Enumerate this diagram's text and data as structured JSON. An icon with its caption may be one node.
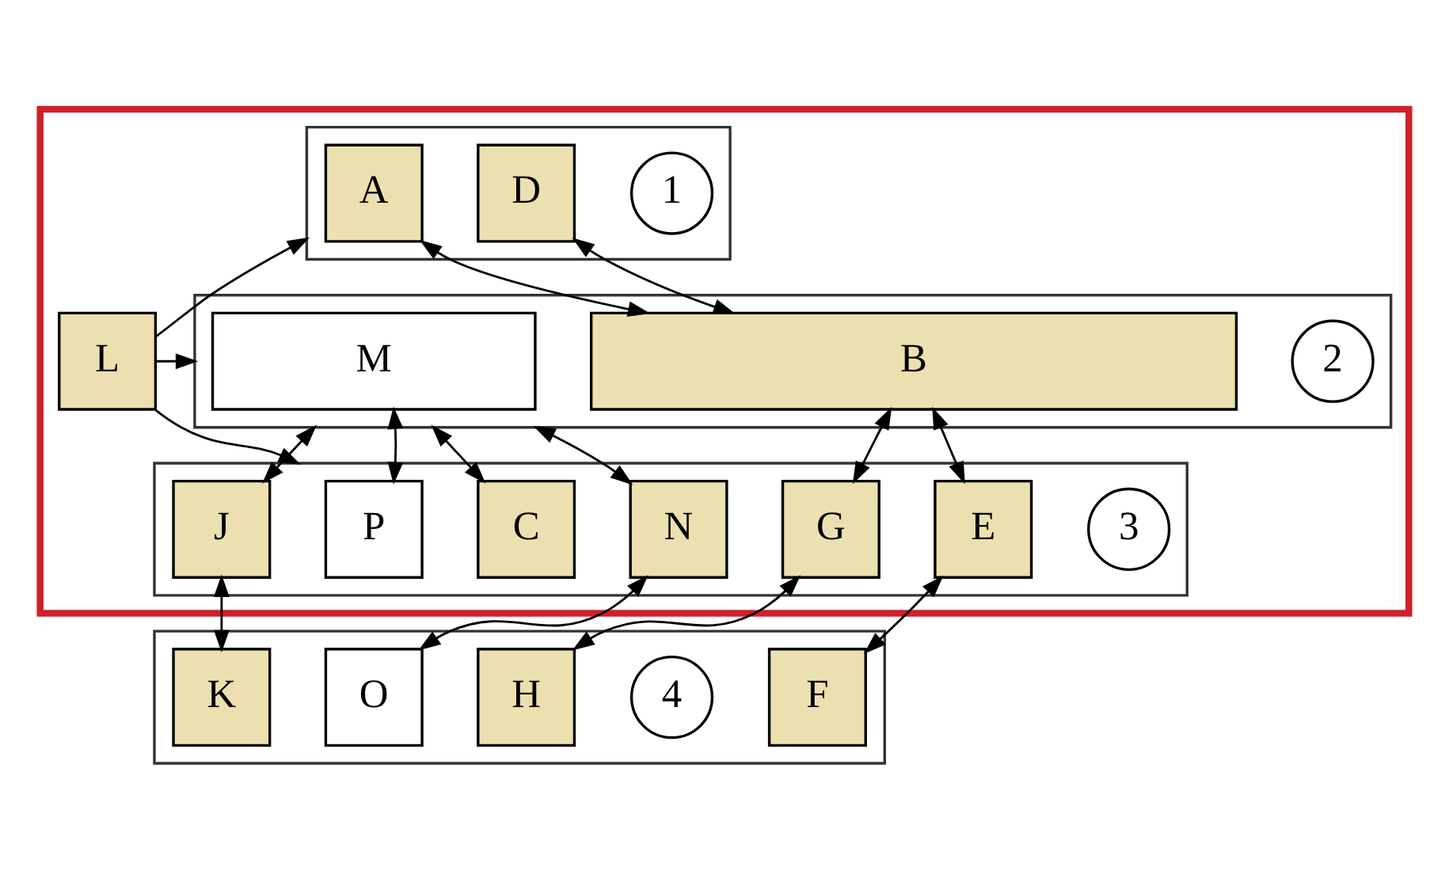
{
  "diagram": {
    "nodes": [
      {
        "text": [],
        "shape": "box"
      },
      {
        "text": [
          "L"
        ],
        "in": 0
      },
      {
        "text": [],
        "shape": "box",
        "in": 0
      },
      {
        "text": [
          "A"
        ],
        "in": 2
      },
      {
        "text": [
          "D"
        ],
        "in": 2
      },
      {
        "text": [
          "1"
        ],
        "in": 2
      },
      {
        "text": [],
        "shape": "box",
        "in": 0
      },
      {
        "text": [
          "M"
        ],
        "in": 6
      },
      {
        "text": [
          "B"
        ],
        "in": 6
      },
      {
        "text": [
          "2"
        ],
        "in": 6
      },
      {
        "text": [],
        "shape": "box",
        "in": 0
      },
      {
        "text": [
          "P"
        ],
        "in": 10
      },
      {
        "text": [
          "C"
        ],
        "in": 10
      },
      {
        "text": [
          "N"
        ],
        "in": 10
      },
      {
        "text": [
          "E"
        ],
        "in": 10
      },
      {
        "text": [
          "J"
        ],
        "in": 10
      },
      {
        "text": [
          "G"
        ],
        "in": 10
      },
      {
        "text": [
          "3"
        ],
        "in": 10
      },
      {
        "text": [],
        "shape": "box"
      },
      {
        "text": [
          "O"
        ],
        "in": 18
      },
      {
        "text": [
          "F"
        ],
        "in": 18
      },
      {
        "text": [
          "K"
        ],
        "in": 18
      },
      {
        "text": [
          "H"
        ],
        "in": 18
      },
      {
        "text": [
          "4"
        ],
        "in": 18
      }
    ],
    "edges": [
      {
        "from": 1,
        "to": 2,
        "arrow": "to"
      },
      {
        "from": 1,
        "to": 6,
        "arrow": "to"
      },
      {
        "from": 1,
        "to": 10,
        "arrow": "to"
      },
      {
        "from": 3,
        "to": 8,
        "arrow": "both"
      },
      {
        "from": 4,
        "to": 8,
        "arrow": "both"
      },
      {
        "from": 7,
        "to": 11,
        "arrow": "both"
      },
      {
        "from": 6,
        "to": 12,
        "arrow": "both"
      },
      {
        "from": 6,
        "to": 13,
        "arrow": "both"
      },
      {
        "from": 8,
        "to": 14,
        "arrow": "both"
      },
      {
        "from": 6,
        "to": 15,
        "arrow": "both"
      },
      {
        "from": 8,
        "to": 16,
        "arrow": "both"
      },
      {
        "from": 13,
        "to": 19,
        "arrow": "both"
      },
      {
        "from": 14,
        "to": 20,
        "arrow": "both"
      },
      {
        "from": 15,
        "to": 21,
        "arrow": "both"
      },
      {
        "from": 16,
        "to": 22,
        "arrow": "both"
      }
    ]
  }
}
